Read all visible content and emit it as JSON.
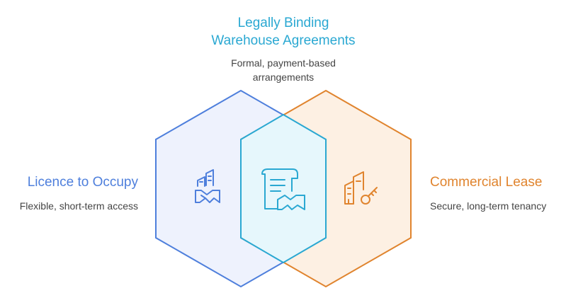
{
  "top": {
    "title_line1": "Legally Binding",
    "title_line2": "Warehouse Agreements",
    "desc_line1": "Formal, payment-based",
    "desc_line2": "arrangements"
  },
  "left": {
    "title": "Licence to Occupy",
    "desc": "Flexible, short-term access"
  },
  "right": {
    "title": "Commercial Lease",
    "desc": "Secure, long-term tenancy"
  },
  "colors": {
    "blue": "#4e7fdc",
    "blue_fill": "#eef2fd",
    "orange": "#e0842e",
    "orange_fill": "#fdf0e3",
    "cyan": "#2aa8d2",
    "cyan_fill": "#e6f7fc",
    "text": "#444444"
  },
  "icons": {
    "left": "building-handshake-icon",
    "center": "document-handshake-icon",
    "right": "building-key-icon"
  }
}
